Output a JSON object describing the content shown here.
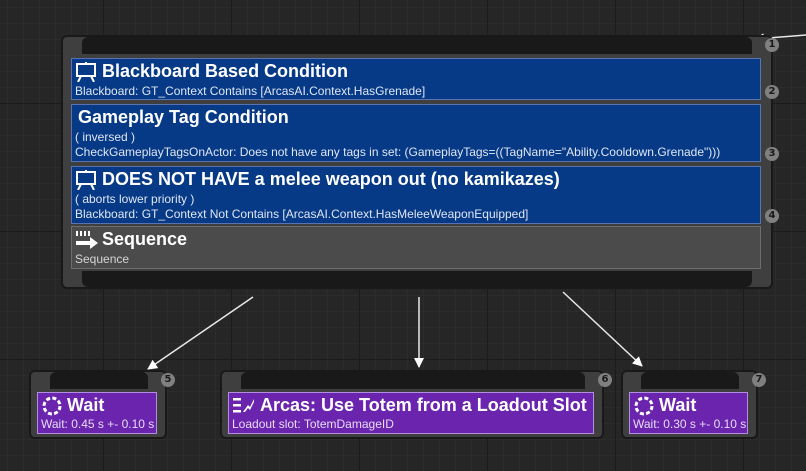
{
  "composite": {
    "order": "1",
    "decorators": [
      {
        "title": "Blackboard Based Condition",
        "lines": [
          "Blackboard: GT_Context Contains [ArcasAI.Context.HasGrenade]"
        ],
        "order": "2",
        "icon": "blackboard-icon"
      },
      {
        "title": "Gameplay Tag Condition",
        "lines": [
          "( inversed )",
          "CheckGameplayTagsOnActor: Does not have any tags in set: (GameplayTags=((TagName=\"Ability.Cooldown.Grenade\")))"
        ],
        "order": "3",
        "icon": ""
      },
      {
        "title": "DOES NOT HAVE a melee weapon out (no kamikazes)",
        "lines": [
          "( aborts lower priority )",
          "Blackboard: GT_Context Not Contains [ArcasAI.Context.HasMeleeWeaponEquipped]"
        ],
        "order": "4",
        "icon": "blackboard-icon"
      }
    ],
    "title": "Sequence",
    "subtitle": "Sequence",
    "icon": "sequence-icon"
  },
  "tasks": [
    {
      "title": "Wait",
      "subtitle": "Wait: 0.45 s +- 0.10 s",
      "order": "5",
      "icon": "wait-icon"
    },
    {
      "title": "Arcas: Use Totem from a Loadout Slot",
      "subtitle": "Loadout slot: TotemDamageID",
      "order": "6",
      "icon": "task-icon"
    },
    {
      "title": "Wait",
      "subtitle": "Wait: 0.30 s +- 0.10 s",
      "order": "7",
      "icon": "wait-icon"
    }
  ],
  "colors": {
    "decorator": "#073a86",
    "task": "#6a24ad",
    "composite": "#4b4b4b",
    "grid": "#262626"
  }
}
